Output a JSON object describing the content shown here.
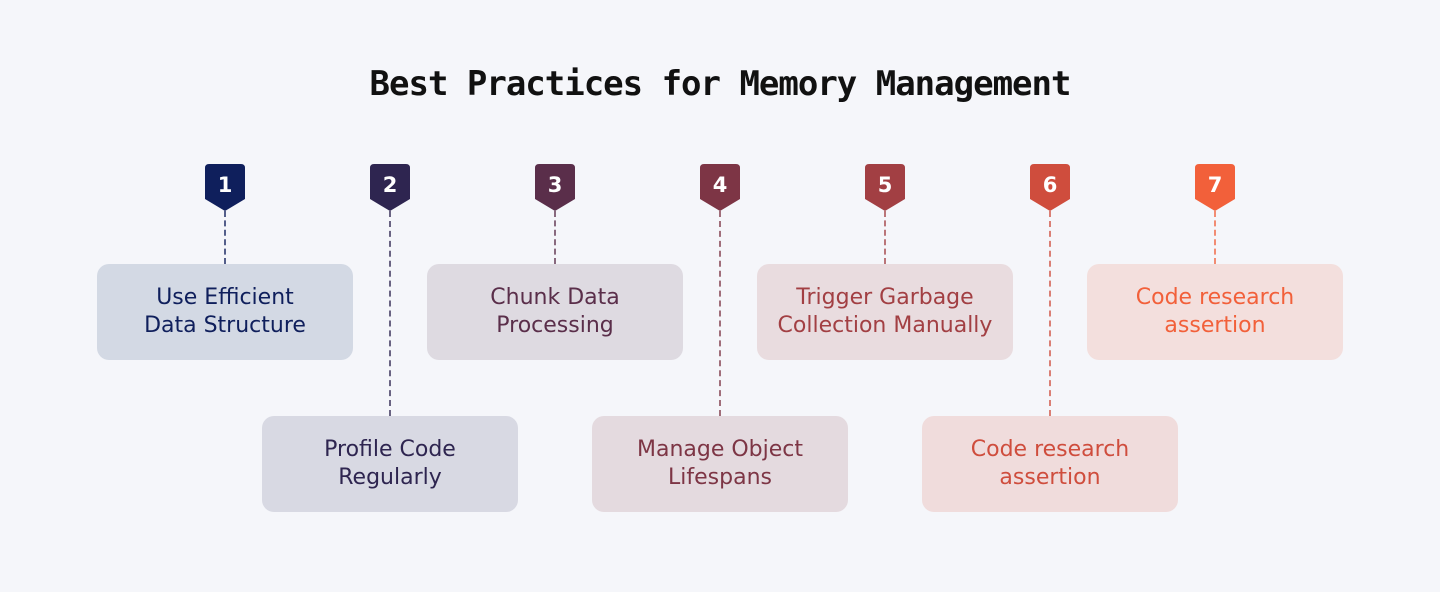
{
  "title": "Best Practices for Memory Management",
  "steps": [
    {
      "number": "1",
      "label": "Use Efficient\nData Structure",
      "color": "#0f1f5c",
      "card_bg": "#d3d9e4",
      "text_color": "#0f1f5c",
      "row": "top"
    },
    {
      "number": "2",
      "label": "Profile Code\nRegularly",
      "color": "#2e2550",
      "card_bg": "#d8d9e3",
      "text_color": "#2e2550",
      "row": "bottom"
    },
    {
      "number": "3",
      "label": "Chunk Data\nProcessing",
      "color": "#5a2e4a",
      "card_bg": "#dedae1",
      "text_color": "#5a2e4a",
      "row": "top"
    },
    {
      "number": "4",
      "label": "Manage Object\nLifespans",
      "color": "#7d3545",
      "card_bg": "#e4dadf",
      "text_color": "#7d3545",
      "row": "bottom"
    },
    {
      "number": "5",
      "label": "Trigger Garbage\nCollection Manually",
      "color": "#a23f43",
      "card_bg": "#e9dcdf",
      "text_color": "#a23f43",
      "row": "top"
    },
    {
      "number": "6",
      "label": "Code research\nassertion",
      "color": "#cf4d3d",
      "card_bg": "#f0dcdc",
      "text_color": "#cf4d3d",
      "row": "bottom"
    },
    {
      "number": "7",
      "label": "Code research\nassertion",
      "color": "#f2603a",
      "card_bg": "#f3dfdd",
      "text_color": "#f2603a",
      "row": "top"
    }
  ]
}
